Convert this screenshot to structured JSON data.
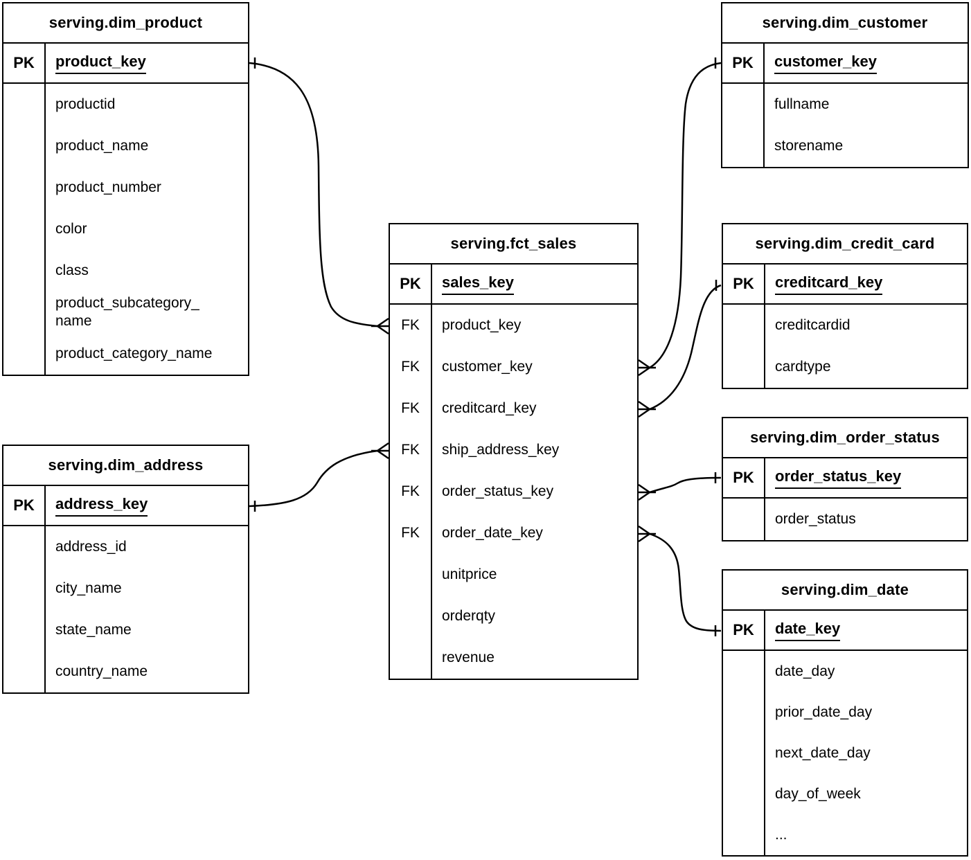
{
  "tables": [
    {
      "id": "dim_product",
      "title": "serving.dim_product",
      "pk": {
        "label": "PK",
        "field": "product_key"
      },
      "rows": [
        {
          "key": "",
          "field": "productid"
        },
        {
          "key": "",
          "field": "product_name"
        },
        {
          "key": "",
          "field": "product_number"
        },
        {
          "key": "",
          "field": "color"
        },
        {
          "key": "",
          "field": "class"
        },
        {
          "key": "",
          "field": "product_subcategory_\nname"
        },
        {
          "key": "",
          "field": "product_category_name"
        }
      ]
    },
    {
      "id": "dim_customer",
      "title": "serving.dim_customer",
      "pk": {
        "label": "PK",
        "field": "customer_key"
      },
      "rows": [
        {
          "key": "",
          "field": "fullname"
        },
        {
          "key": "",
          "field": "storename"
        }
      ]
    },
    {
      "id": "fct_sales",
      "title": "serving.fct_sales",
      "pk": {
        "label": "PK",
        "field": "sales_key"
      },
      "rows": [
        {
          "key": "FK",
          "field": "product_key"
        },
        {
          "key": "FK",
          "field": "customer_key"
        },
        {
          "key": "FK",
          "field": "creditcard_key"
        },
        {
          "key": "FK",
          "field": "ship_address_key"
        },
        {
          "key": "FK",
          "field": "order_status_key"
        },
        {
          "key": "FK",
          "field": "order_date_key"
        },
        {
          "key": "",
          "field": "unitprice"
        },
        {
          "key": "",
          "field": "orderqty"
        },
        {
          "key": "",
          "field": "revenue"
        }
      ]
    },
    {
      "id": "dim_credit_card",
      "title": "serving.dim_credit_card",
      "pk": {
        "label": "PK",
        "field": "creditcard_key"
      },
      "rows": [
        {
          "key": "",
          "field": "creditcardid"
        },
        {
          "key": "",
          "field": "cardtype"
        }
      ]
    },
    {
      "id": "dim_order_status",
      "title": "serving.dim_order_status",
      "pk": {
        "label": "PK",
        "field": "order_status_key"
      },
      "rows": [
        {
          "key": "",
          "field": "order_status"
        }
      ]
    },
    {
      "id": "dim_date",
      "title": "serving.dim_date",
      "pk": {
        "label": "PK",
        "field": "date_key"
      },
      "rows": [
        {
          "key": "",
          "field": "date_day"
        },
        {
          "key": "",
          "field": "prior_date_day"
        },
        {
          "key": "",
          "field": "next_date_day"
        },
        {
          "key": "",
          "field": "day_of_week"
        },
        {
          "key": "",
          "field": "..."
        }
      ]
    },
    {
      "id": "dim_address",
      "title": "serving.dim_address",
      "pk": {
        "label": "PK",
        "field": "address_key"
      },
      "rows": [
        {
          "key": "",
          "field": "address_id"
        },
        {
          "key": "",
          "field": "city_name"
        },
        {
          "key": "",
          "field": "state_name"
        },
        {
          "key": "",
          "field": "country_name"
        }
      ]
    }
  ],
  "relationships": [
    {
      "from_table": "serving.fct_sales",
      "from_field": "product_key",
      "to_table": "serving.dim_product",
      "to_field": "product_key",
      "from_cardinality": "many",
      "to_cardinality": "one"
    },
    {
      "from_table": "serving.fct_sales",
      "from_field": "customer_key",
      "to_table": "serving.dim_customer",
      "to_field": "customer_key",
      "from_cardinality": "many",
      "to_cardinality": "one"
    },
    {
      "from_table": "serving.fct_sales",
      "from_field": "creditcard_key",
      "to_table": "serving.dim_credit_card",
      "to_field": "creditcard_key",
      "from_cardinality": "many",
      "to_cardinality": "one"
    },
    {
      "from_table": "serving.fct_sales",
      "from_field": "ship_address_key",
      "to_table": "serving.dim_address",
      "to_field": "address_key",
      "from_cardinality": "many",
      "to_cardinality": "one"
    },
    {
      "from_table": "serving.fct_sales",
      "from_field": "order_status_key",
      "to_table": "serving.dim_order_status",
      "to_field": "order_status_key",
      "from_cardinality": "many",
      "to_cardinality": "one"
    },
    {
      "from_table": "serving.fct_sales",
      "from_field": "order_date_key",
      "to_table": "serving.dim_date",
      "to_field": "date_key",
      "from_cardinality": "many",
      "to_cardinality": "one"
    }
  ],
  "colors": {
    "line": "#000000",
    "background": "#ffffff",
    "text": "#000000"
  }
}
